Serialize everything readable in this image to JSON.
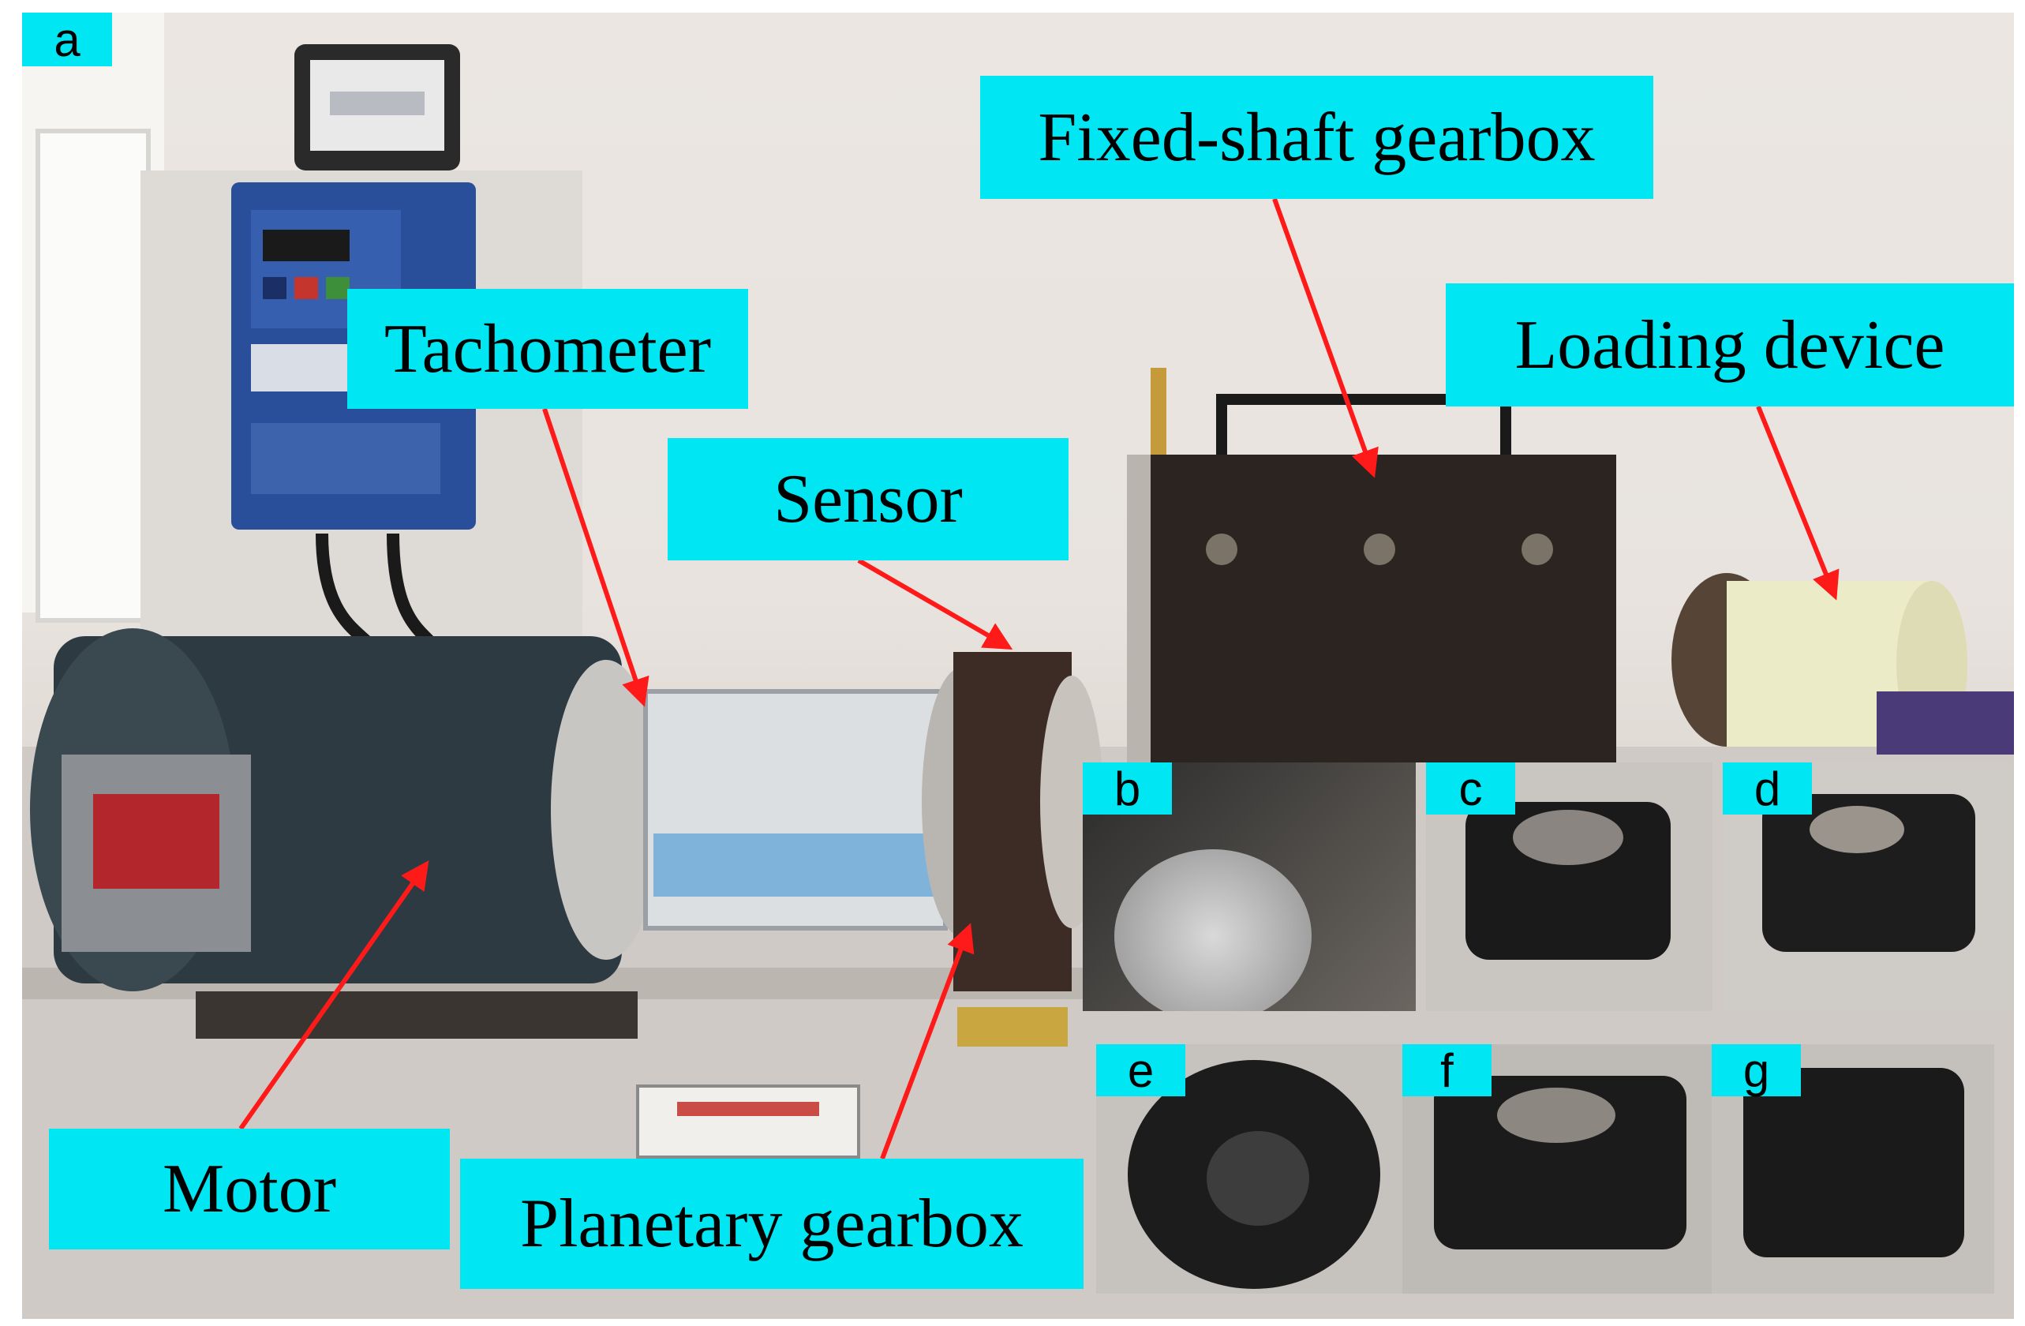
{
  "panel_letters": {
    "a": "a",
    "b": "b",
    "c": "c",
    "d": "d",
    "e": "e",
    "f": "f",
    "g": "g"
  },
  "callouts": {
    "fixed_shaft_gearbox": "Fixed-shaft gearbox",
    "tachometer": "Tachometer",
    "loading_device": "Loading device",
    "sensor": "Sensor",
    "motor": "Motor",
    "planetary_gearbox": "Planetary gearbox"
  },
  "colors": {
    "label_bg": "#00e6f2",
    "arrow": "#ff1a1a"
  }
}
